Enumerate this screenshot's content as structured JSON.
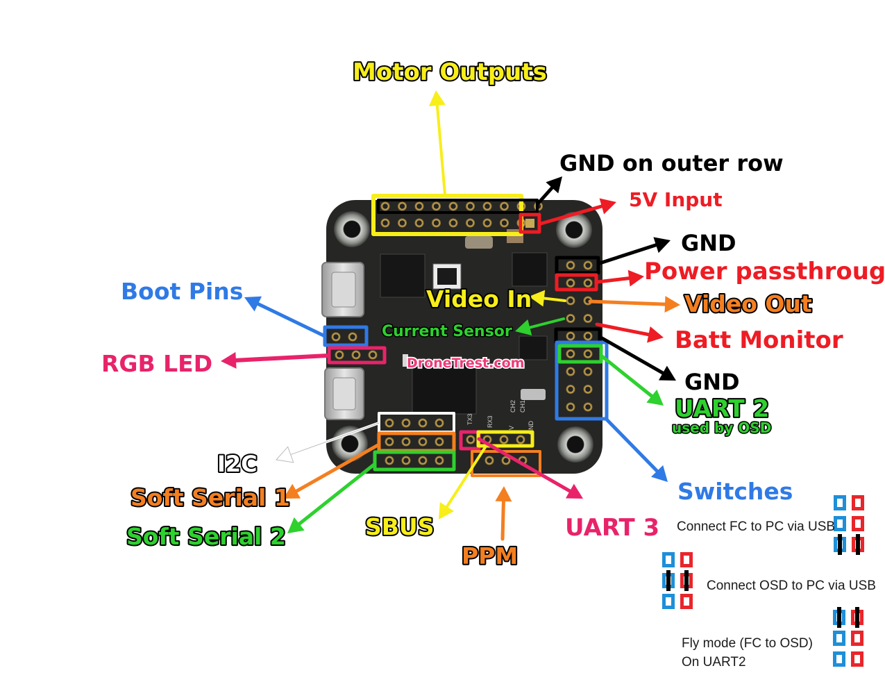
{
  "watermark": "DroneTrest.com",
  "board_silkscreen": [
    "TX3",
    "RX3",
    "5V",
    "GND",
    "CH2",
    "CH1"
  ],
  "labels": {
    "motor_outputs": "Motor Outputs",
    "gnd_outer_row": "GND on outer row",
    "five_v_input": "5V Input",
    "gnd_top": "GND",
    "power_passthrough": "Power passthrough",
    "video_in": "Video In",
    "video_out": "Video Out",
    "current_sensor": "Current Sensor",
    "batt_monitor": "Batt Monitor",
    "gnd_mid": "GND",
    "uart2": "UART 2",
    "uart2_sub": "used by OSD",
    "boot_pins": "Boot Pins",
    "rgb_led": "RGB LED",
    "i2c": "I2C",
    "soft_serial_1": "Soft Serial 1",
    "soft_serial_2": "Soft Serial 2",
    "sbus": "SBUS",
    "ppm": "PPM",
    "uart3": "UART 3",
    "switches": "Switches"
  },
  "switch_modes": {
    "fc_usb": "Connect FC to PC via USB",
    "osd_usb": "Connect OSD to PC via USB",
    "fly_line1": "Fly mode (FC to OSD)",
    "fly_line2": "On UART2"
  },
  "colors": {
    "yellow": "#f7ee1a",
    "red": "#ee1c24",
    "orange": "#f47f20",
    "green": "#2ed12e",
    "blue": "#2f7ae5",
    "pink": "#e8236a",
    "black": "#000000",
    "white": "#ffffff"
  }
}
